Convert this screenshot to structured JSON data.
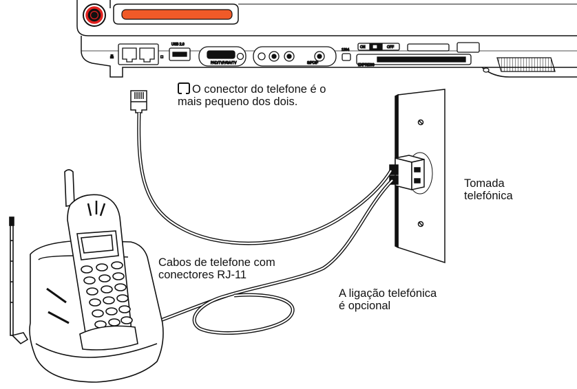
{
  "labels": {
    "connector_note_line1": "O conector do telefone é o",
    "connector_note_line2": "mais pequeno dos dois.",
    "wall_socket_line1": "Tomada",
    "wall_socket_line2": "telefónica",
    "cables_line1": "Cabos de telefone com",
    "cables_line2": "conectores RJ-11",
    "optional_line1": "A ligação telefónica",
    "optional_line2": "é opcional"
  },
  "port_labels": {
    "usb": "USB 2.0",
    "av_out": "PAD/TV/VGA/TV",
    "spdif": "S/PDIF",
    "firewire": "1394",
    "switch_on": "ON",
    "switch_off": "OFF",
    "expresscard": "EXPRESS"
  },
  "colors": {
    "line": "#111111",
    "accent_bar": "#f05a28",
    "power_ring": "#e0201e",
    "background": "#ffffff"
  }
}
